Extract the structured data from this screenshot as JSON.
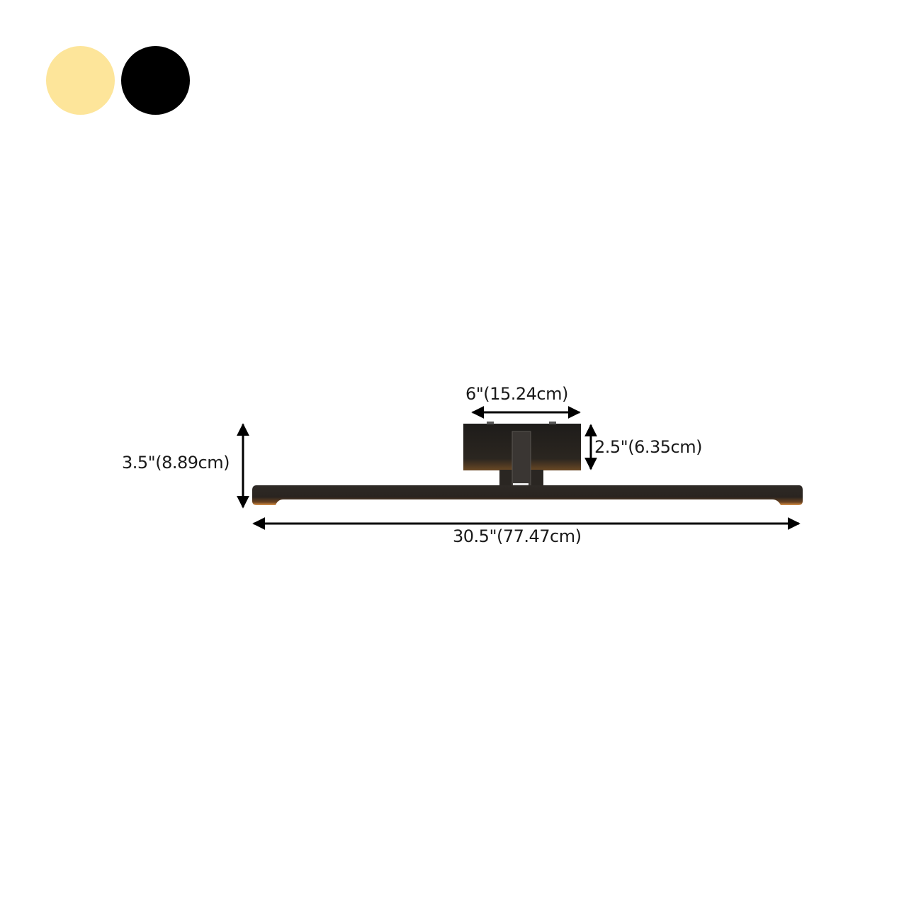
{
  "color_options": [
    {
      "name": "warm-light",
      "color": "#fde59a"
    },
    {
      "name": "black",
      "color": "#000000"
    }
  ],
  "dimensions": {
    "mount_width": "6\"(15.24cm)",
    "mount_height": "2.5\"(6.35cm)",
    "total_height": "3.5\"(8.89cm)",
    "total_length": "30.5\"(77.47cm)"
  },
  "colors": {
    "fixture_body": "#2a2622",
    "glow": "#c9762a",
    "arrow": "#000000"
  }
}
